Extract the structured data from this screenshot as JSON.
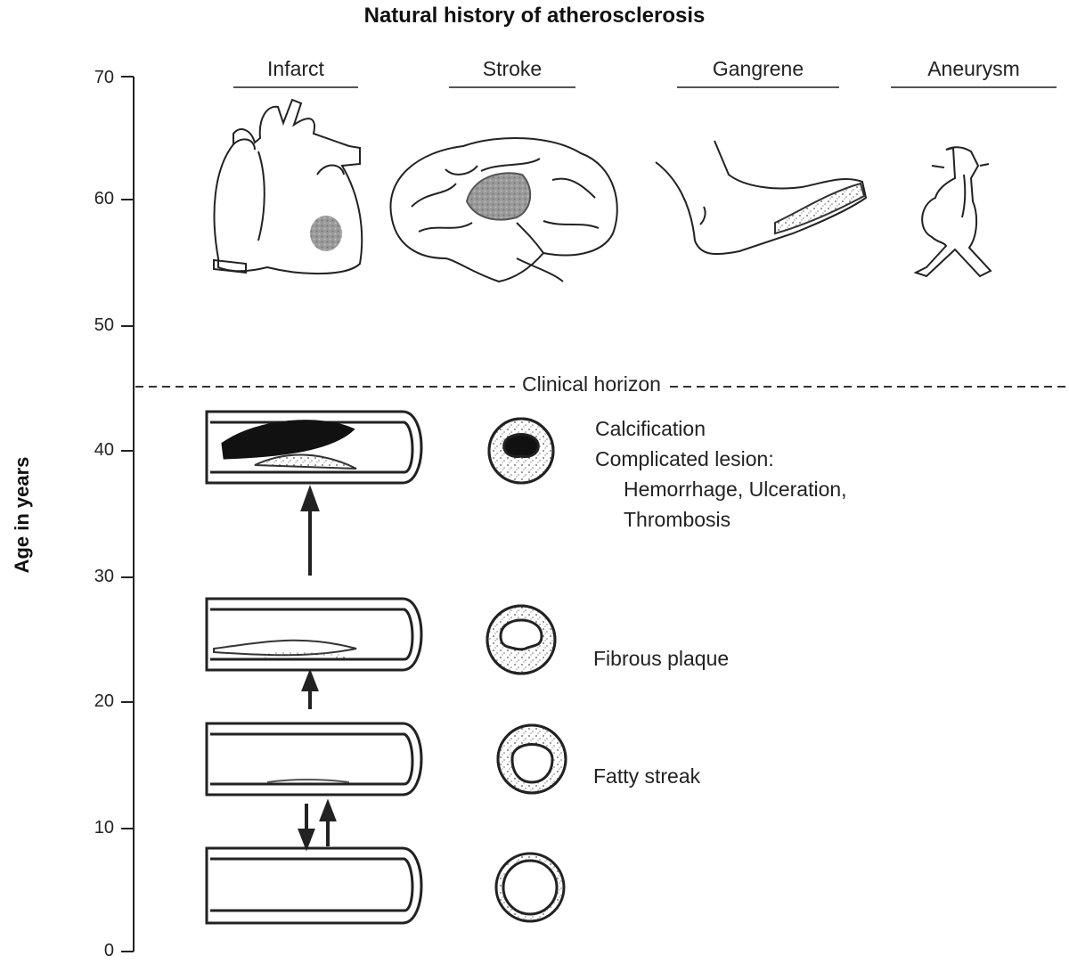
{
  "title": "Natural history of atherosclerosis",
  "y_axis": {
    "label": "Age in years",
    "ticks": [
      "0",
      "10",
      "20",
      "30",
      "40",
      "50",
      "60",
      "70"
    ]
  },
  "organs": [
    {
      "name": "Infarct",
      "icon": "heart-icon"
    },
    {
      "name": "Stroke",
      "icon": "brain-icon"
    },
    {
      "name": "Gangrene",
      "icon": "foot-icon"
    },
    {
      "name": "Aneurysm",
      "icon": "aorta-icon"
    }
  ],
  "clinical_horizon": "Clinical horizon",
  "stages": {
    "complicated": {
      "line1": "Calcification",
      "line2": "Complicated lesion:",
      "line3": "Hemorrhage, Ulceration,",
      "line4": "Thrombosis"
    },
    "fibrous": "Fibrous plaque",
    "fatty": "Fatty streak"
  }
}
